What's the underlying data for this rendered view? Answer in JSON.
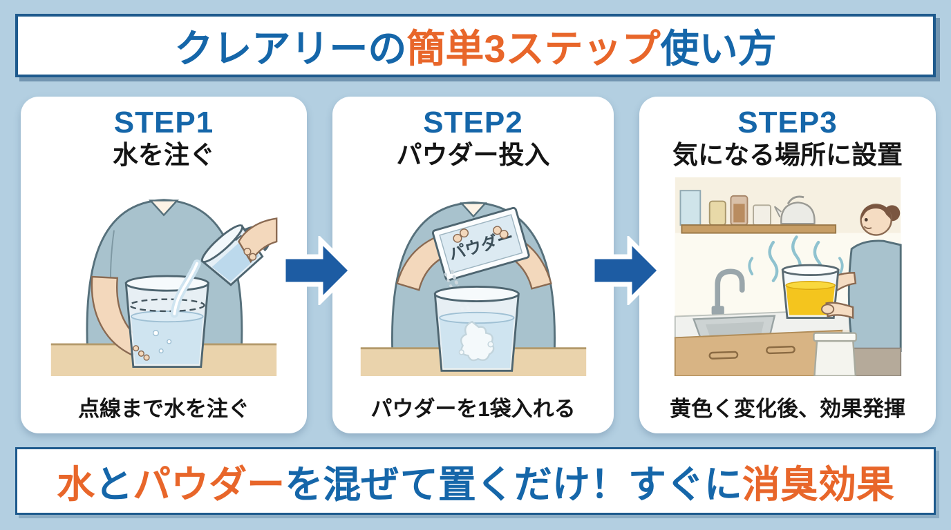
{
  "page": {
    "background_color": "#b3cfe1",
    "accent_blue": "#1566a9",
    "accent_orange": "#e8662a",
    "border_blue": "#1e5a8d",
    "arrow_blue": "#1d5ca3"
  },
  "header": {
    "title_part1": "クレアリーの",
    "title_part2": "簡単3ステップ",
    "title_part3": "使い方"
  },
  "steps": [
    {
      "label": "STEP1",
      "title": "水を注ぐ",
      "caption": "点線まで水を注ぐ",
      "scene": "person pouring water from measuring jug into clear container up to dashed line"
    },
    {
      "label": "STEP2",
      "title": "パウダー投入",
      "caption": "パウダーを1袋入れる",
      "packet_label": "パウダー",
      "scene": "hands emptying a powder sachet into the water container"
    },
    {
      "label": "STEP3",
      "title": "気になる場所に設置",
      "caption": "黄色く変化後、効果発揮",
      "scene": "woman placing container with yellow liquid on kitchen counter near sink"
    }
  ],
  "footer": {
    "part1": "水",
    "part2": "と",
    "part3": "パウダー",
    "part4": "を混ぜて置くだけ！すぐに",
    "part5": "消臭効果"
  }
}
